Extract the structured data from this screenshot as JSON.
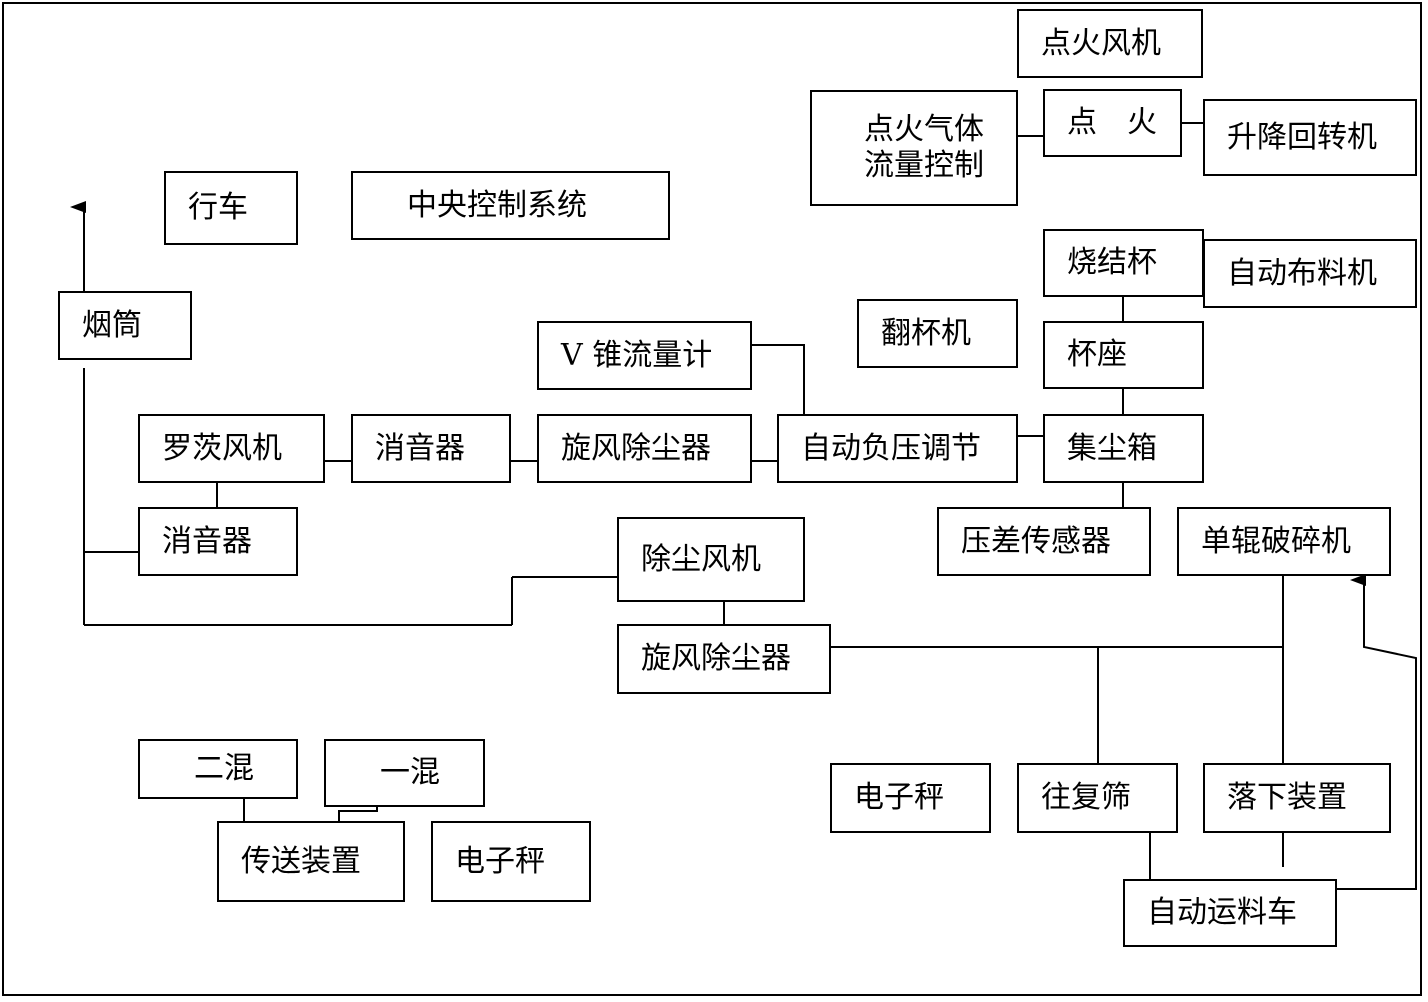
{
  "diagram": {
    "nodes": {
      "ignition_fan": "点火风机",
      "ignition_gas_flow_control": "点火气体\n流量控制",
      "ignition": "点　火",
      "lifting_rotator": "升降回转机",
      "crane": "行车",
      "central_control": "中央控制系统",
      "sinter_cup": "烧结杯",
      "auto_feeder": "自动布料机",
      "chimney": "烟筒",
      "v_cone_flowmeter": "V 锥流量计",
      "cup_turner": "翻杯机",
      "cup_seat": "杯座",
      "roots_blower": "罗茨风机",
      "silencer_1": "消音器",
      "cyclone_1": "旋风除尘器",
      "auto_pressure_adjust": "自动负压调节",
      "dust_box": "集尘箱",
      "silencer_2": "消音器",
      "dust_fan": "除尘风机",
      "diff_pressure_sensor": "压差传感器",
      "single_roll_crusher": "单辊破碎机",
      "cyclone_2": "旋风除尘器",
      "mixer_2": "二混",
      "mixer_1": "一混",
      "conveyor": "传送装置",
      "scale_1": "电子秤",
      "scale_2": "电子秤",
      "reciprocating_screen": "往复筛",
      "drop_device": "落下装置",
      "auto_transport_car": "自动运料车"
    }
  }
}
